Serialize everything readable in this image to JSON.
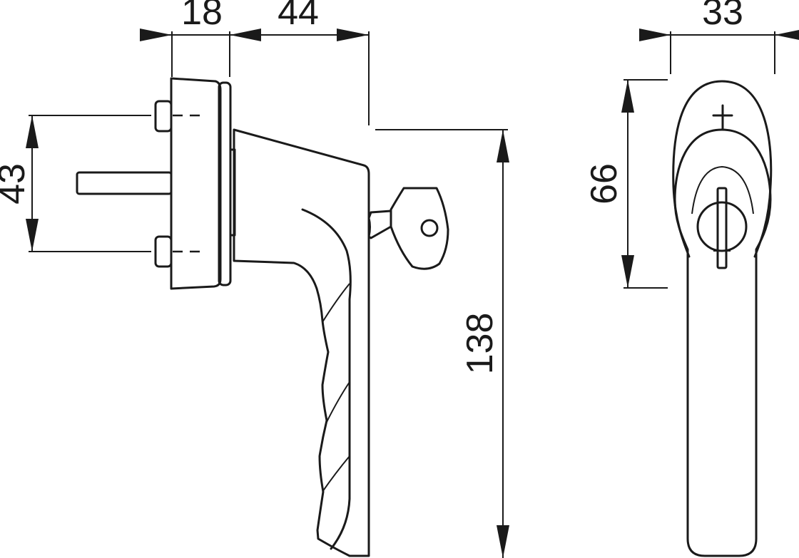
{
  "dimensions": {
    "flange_depth": "18",
    "handle_offset": "44",
    "spindle_spacing": "43",
    "handle_length": "138",
    "front_height": "66",
    "front_width": "33"
  }
}
